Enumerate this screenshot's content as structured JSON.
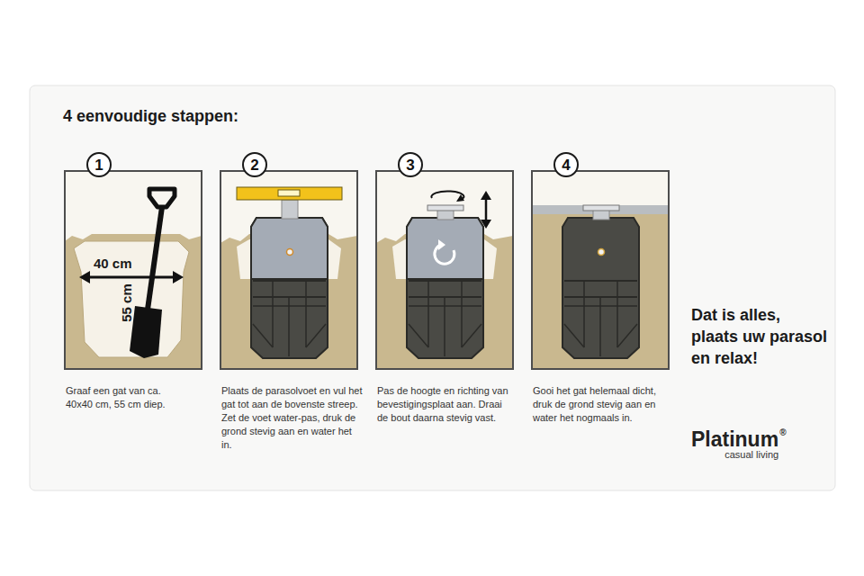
{
  "diagram": {
    "title": "4 eenvoudige stappen:",
    "nodes": [
      {
        "text": [
          "1"
        ]
      },
      {
        "text": [
          "2"
        ]
      },
      {
        "text": [
          "3"
        ]
      },
      {
        "text": [
          "4"
        ]
      }
    ],
    "labels": [
      "40 cm",
      "55 cm",
      "Graaf een gat van ca. 40x40 cm, 55 cm diep.",
      "Plaats de parasolvoet en vul het gat tot aan de bovenste streep. Zet de voet water-pas, druk de grond stevig aan en water het in.",
      "Pas de hoogte en richting van bevestigingsplaat aan. Draai de bout daarna stevig vast.",
      "Gooi het gat helemaal dicht, druk de grond stevig aan en water het nogmaals in.",
      "Dat is alles, plaats uw parasol en relax!",
      "Platinum",
      "®",
      "casual living"
    ]
  }
}
